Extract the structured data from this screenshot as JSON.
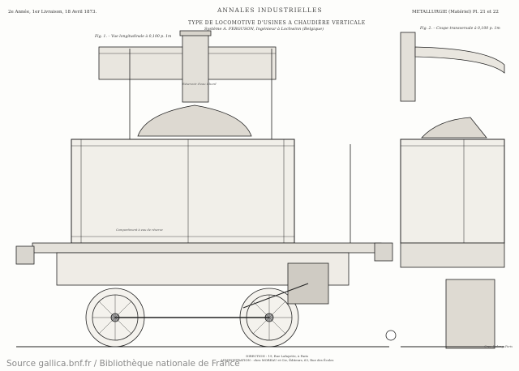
{
  "header": {
    "left": "2e Année, 1er Livraison, 18 Avril 1873.",
    "center": "ANNALES INDUSTRIELLES",
    "right": "METALLURGIE (Matériel) Pl. 21 et 22"
  },
  "title": "TYPE DE LOCOMOTIVE D'USINES A CHAUDIÈRE VERTICALE",
  "subtitle": "Système A. FERGUSON, Ingénieur à Lochwinn (Belgique)",
  "figures": {
    "fig1": "Fig. 1. – Vue longitudinale à 0,100 p. 1m",
    "fig2": "Fig. 2. – Coupe transversale à 0,100 p. 1m"
  },
  "notes": {
    "tank": "Compartiment à eau de réserve",
    "hood": "Réservoir d'eau à bord"
  },
  "imprint": {
    "line1": "DIRECTION : 19, Rue Lafayette, à Paris",
    "line2": "ADMINISTRATION : chez MOREAU et Cie, Éditeurs, 63, Rue des Écoles"
  },
  "engraver": "Grav. Dulong. Paris",
  "source": "Source gallica.bnf.fr / Bibliothèque nationale de France"
}
